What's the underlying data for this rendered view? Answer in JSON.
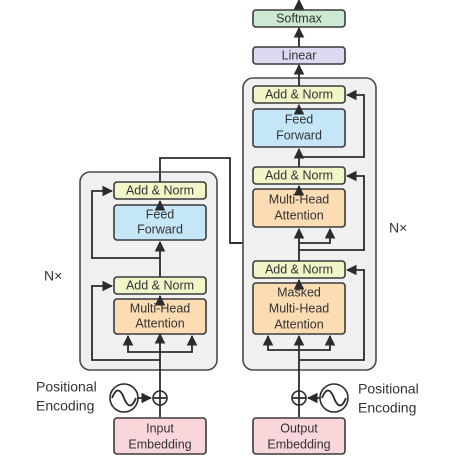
{
  "encoder": {
    "add_norm_top": "Add & Norm",
    "feed_forward": [
      "Feed",
      "Forward"
    ],
    "add_norm_bottom": "Add & Norm",
    "attention": [
      "Multi-Head",
      "Attention"
    ],
    "repeat_label": "N×",
    "embedding": [
      "Input",
      "Embedding"
    ],
    "positional": [
      "Positional",
      "Encoding"
    ]
  },
  "decoder": {
    "add_norm_top": "Add & Norm",
    "feed_forward": [
      "Feed",
      "Forward"
    ],
    "add_norm_mid": "Add & Norm",
    "cross_attention": [
      "Multi-Head",
      "Attention"
    ],
    "add_norm_bottom": "Add & Norm",
    "masked_attention": [
      "Masked",
      "Multi-Head",
      "Attention"
    ],
    "repeat_label": "N×",
    "embedding": [
      "Output",
      "Embedding"
    ],
    "positional": [
      "Positional",
      "Encoding"
    ]
  },
  "output": {
    "linear": "Linear",
    "softmax": "Softmax"
  },
  "colors": {
    "add_norm": "#f1f5c8",
    "feed_forward": "#c5e6f7",
    "attention": "#fbdcb3",
    "embedding": "#f8d6d9",
    "linear": "#dcdaf2",
    "softmax": "#cde9d4"
  }
}
